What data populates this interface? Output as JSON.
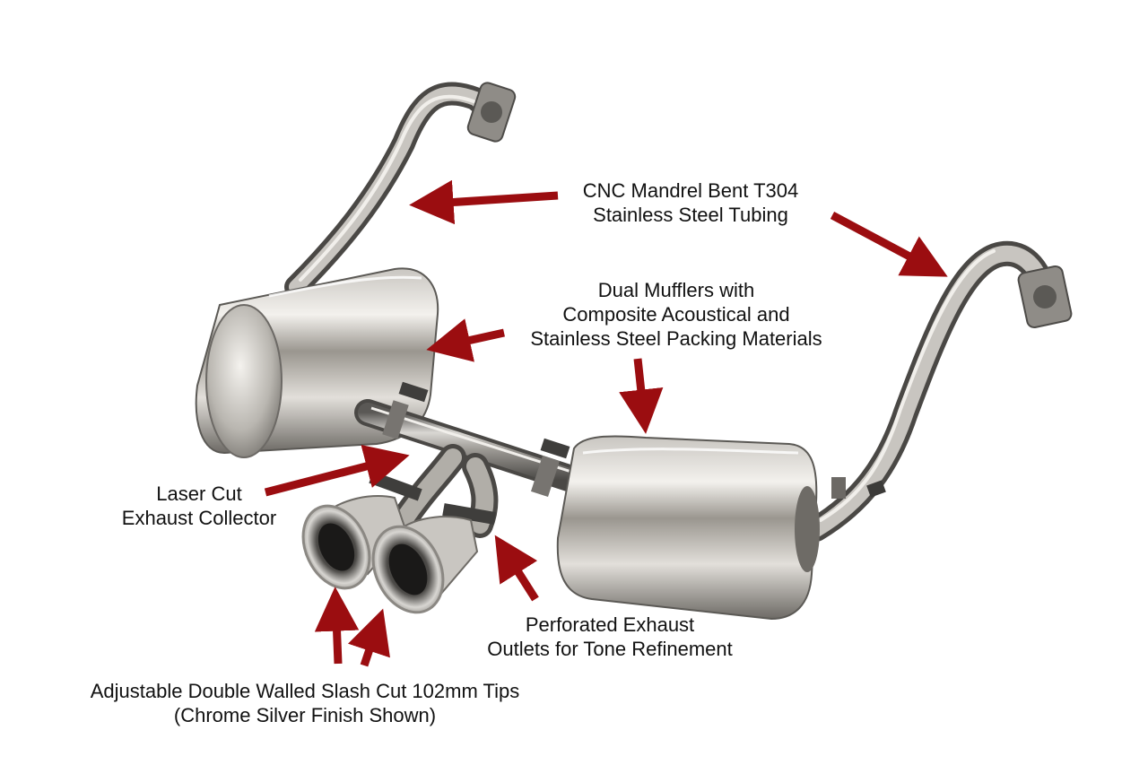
{
  "colors": {
    "arrow": "#9b0d10",
    "background": "#ffffff",
    "steel_light": "#eceae6",
    "steel_mid": "#a9a6a1",
    "steel_dark": "#4e4c49",
    "text": "#111111"
  },
  "callouts": {
    "tubing": {
      "lines": [
        "CNC Mandrel Bent T304",
        "Stainless Steel Tubing"
      ]
    },
    "mufflers": {
      "lines": [
        "Dual Mufflers with",
        "Composite Acoustical and",
        "Stainless Steel Packing Materials"
      ]
    },
    "collector": {
      "lines": [
        "Laser Cut",
        "Exhaust Collector"
      ]
    },
    "outlets": {
      "lines": [
        "Perforated Exhaust",
        "Outlets for Tone Refinement"
      ]
    },
    "tips": {
      "lines": [
        "Adjustable Double Walled Slash Cut 102mm Tips",
        "(Chrome Silver Finish Shown)"
      ]
    }
  }
}
